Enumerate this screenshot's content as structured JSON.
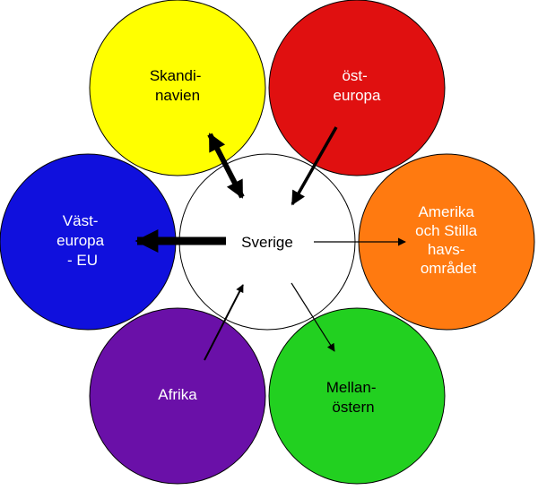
{
  "diagram": {
    "center": {
      "label": "Sverige",
      "color": "#ffffff"
    },
    "regions": [
      {
        "id": "skandinavien",
        "lines": [
          "Skandi-",
          "navien"
        ],
        "color": "#ffff00",
        "text_color": "dark"
      },
      {
        "id": "osteuropa",
        "lines": [
          "öst-",
          "europa"
        ],
        "color": "#e01010",
        "text_color": "light"
      },
      {
        "id": "amerika",
        "lines": [
          "Amerika",
          "och Stilla",
          "havs-",
          "området"
        ],
        "color": "#ff7a10",
        "text_color": "light"
      },
      {
        "id": "mellanostern",
        "lines": [
          "Mellan-",
          "östern"
        ],
        "color": "#22d020",
        "text_color": "dark"
      },
      {
        "id": "afrika",
        "lines": [
          "Afrika"
        ],
        "color": "#6a10a8",
        "text_color": "light"
      },
      {
        "id": "vasteuropa",
        "lines": [
          "Väst-",
          "europa",
          "- EU"
        ],
        "color": "#1010dd",
        "text_color": "light"
      }
    ],
    "arrows": [
      {
        "from": "skandinavien",
        "to": "sverige",
        "direction": "both",
        "weight": "thick"
      },
      {
        "from": "osteuropa",
        "to": "sverige",
        "direction": "to-center",
        "weight": "medium"
      },
      {
        "from": "sverige",
        "to": "amerika",
        "direction": "from-center",
        "weight": "thin"
      },
      {
        "from": "sverige",
        "to": "mellanostern",
        "direction": "from-center",
        "weight": "thin"
      },
      {
        "from": "afrika",
        "to": "sverige",
        "direction": "to-center",
        "weight": "thin"
      },
      {
        "from": "sverige",
        "to": "vasteuropa",
        "direction": "from-center",
        "weight": "very-thick"
      }
    ]
  }
}
